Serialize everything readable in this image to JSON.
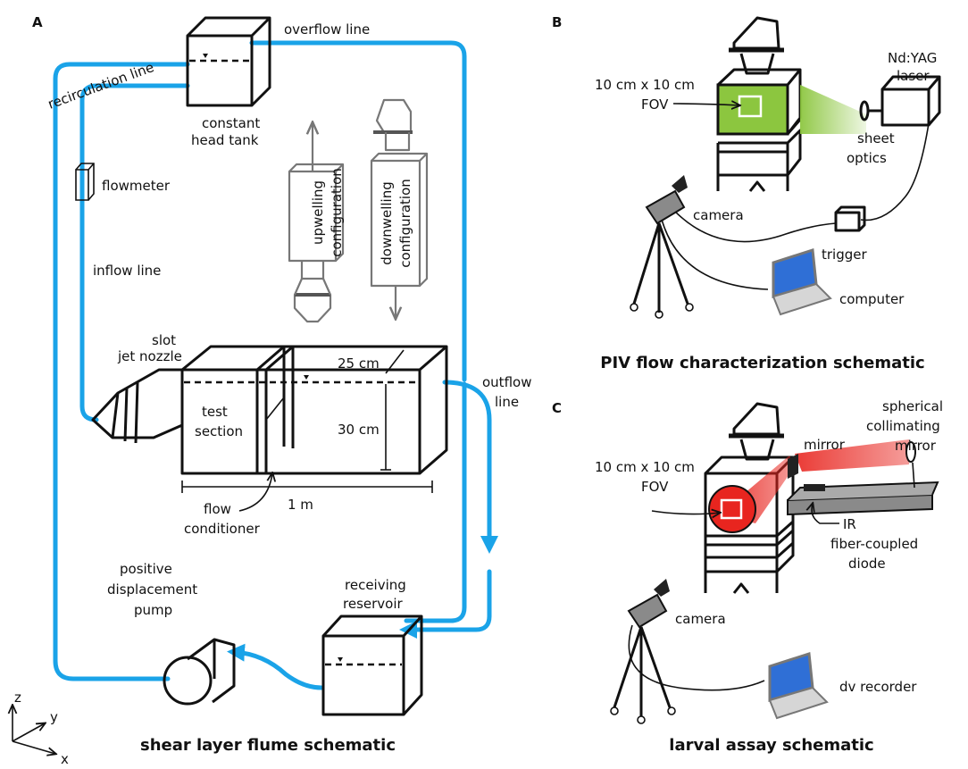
{
  "panels": {
    "a": {
      "letter": "A",
      "title": "shear layer flume schematic",
      "labels": {
        "overflow_line": "overflow line",
        "recirculation_line": "recirculation line",
        "constant_head_tank_1": "constant",
        "constant_head_tank_2": "head tank",
        "flowmeter": "flowmeter",
        "inflow_line": "inflow line",
        "upwelling_1": "upwelling",
        "upwelling_2": "configuration",
        "downwelling_1": "downwelling",
        "downwelling_2": "configuration",
        "slot_jet_nozzle_1": "slot",
        "slot_jet_nozzle_2": "jet nozzle",
        "test_section_1": "test",
        "test_section_2": "section",
        "dim_25": "25 cm",
        "dim_30": "30 cm",
        "dim_1m": "1 m",
        "outflow_line_1": "outflow",
        "outflow_line_2": "line",
        "flow_conditioner_1": "flow",
        "flow_conditioner_2": "conditioner",
        "receiving_reservoir_1": "receiving",
        "receiving_reservoir_2": "reservoir",
        "pump_1": "positive",
        "pump_2": "displacement",
        "pump_3": "pump"
      },
      "axes": {
        "z": "z",
        "y": "y",
        "x": "x"
      }
    },
    "b": {
      "letter": "B",
      "title": "PIV flow characterization schematic",
      "labels": {
        "fov_1": "10 cm x 10 cm",
        "fov_2": "FOV",
        "laser_1": "Nd:YAG",
        "laser_2": "laser",
        "sheet_optics_1": "sheet",
        "sheet_optics_2": "optics",
        "camera": "camera",
        "trigger": "trigger",
        "computer": "computer"
      }
    },
    "c": {
      "letter": "C",
      "title": "larval assay schematic",
      "labels": {
        "mirror": "mirror",
        "spherical_1": "spherical",
        "spherical_2": "collimating",
        "spherical_3": "mirror",
        "fov_1": "10 cm x 10 cm",
        "fov_2": "FOV",
        "ir_1": "IR",
        "ir_2": "fiber-coupled",
        "ir_3": "diode",
        "camera": "camera",
        "dv_recorder": "dv recorder"
      }
    }
  },
  "colors": {
    "pipe": "#1aa3e8",
    "laser_sheet": "#8cc63f",
    "ir_beam": "#e8251f",
    "config_outline": "#777777",
    "laptop_screen": "#2f6fd6"
  },
  "icons": [
    "camera-icon",
    "tripod-icon",
    "laptop-icon",
    "laser-icon",
    "pump-icon",
    "nozzle-icon"
  ]
}
